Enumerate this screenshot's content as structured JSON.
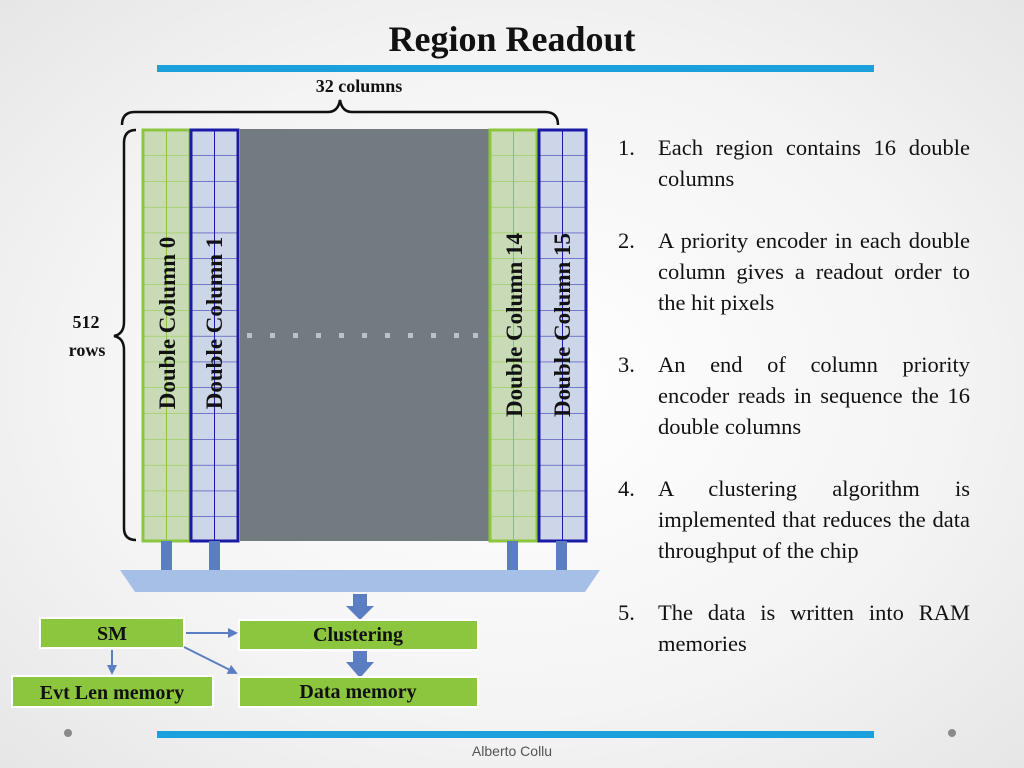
{
  "title": "Region Readout",
  "author": "Alberto Collu",
  "diagram": {
    "columns_label": "32 columns",
    "rows_label_line1": "512",
    "rows_label_line2": "rows",
    "double_columns": [
      "Double Column 0",
      "Double Column 1",
      "Double Column 14",
      "Double Column 15"
    ],
    "blocks": {
      "sm": "SM",
      "clustering": "Clustering",
      "evt_len_memory": "Evt Len memory",
      "data_memory": "Data memory"
    },
    "colors": {
      "green": "#8cc63f",
      "green_fill": "#c9dbb6",
      "blue": "#1a1aa6",
      "blue_fill": "#cdd6e8",
      "gray_region": "#717b80",
      "bus": "#a6bfe6",
      "arrow": "#5b7ec2",
      "rule": "#1aa0dc"
    }
  },
  "steps": [
    {
      "num": "1.",
      "text": "Each region contains 16 double columns"
    },
    {
      "num": "2.",
      "text": "A priority encoder in each double column gives a readout order to the hit pixels"
    },
    {
      "num": "3.",
      "text": "An end of column priority encoder reads in sequence the 16 double columns"
    },
    {
      "num": "4.",
      "text": "A clustering algorithm is implemented that reduces the data throughput of the chip"
    },
    {
      "num": "5.",
      "text": "The data is written into RAM memories"
    }
  ]
}
